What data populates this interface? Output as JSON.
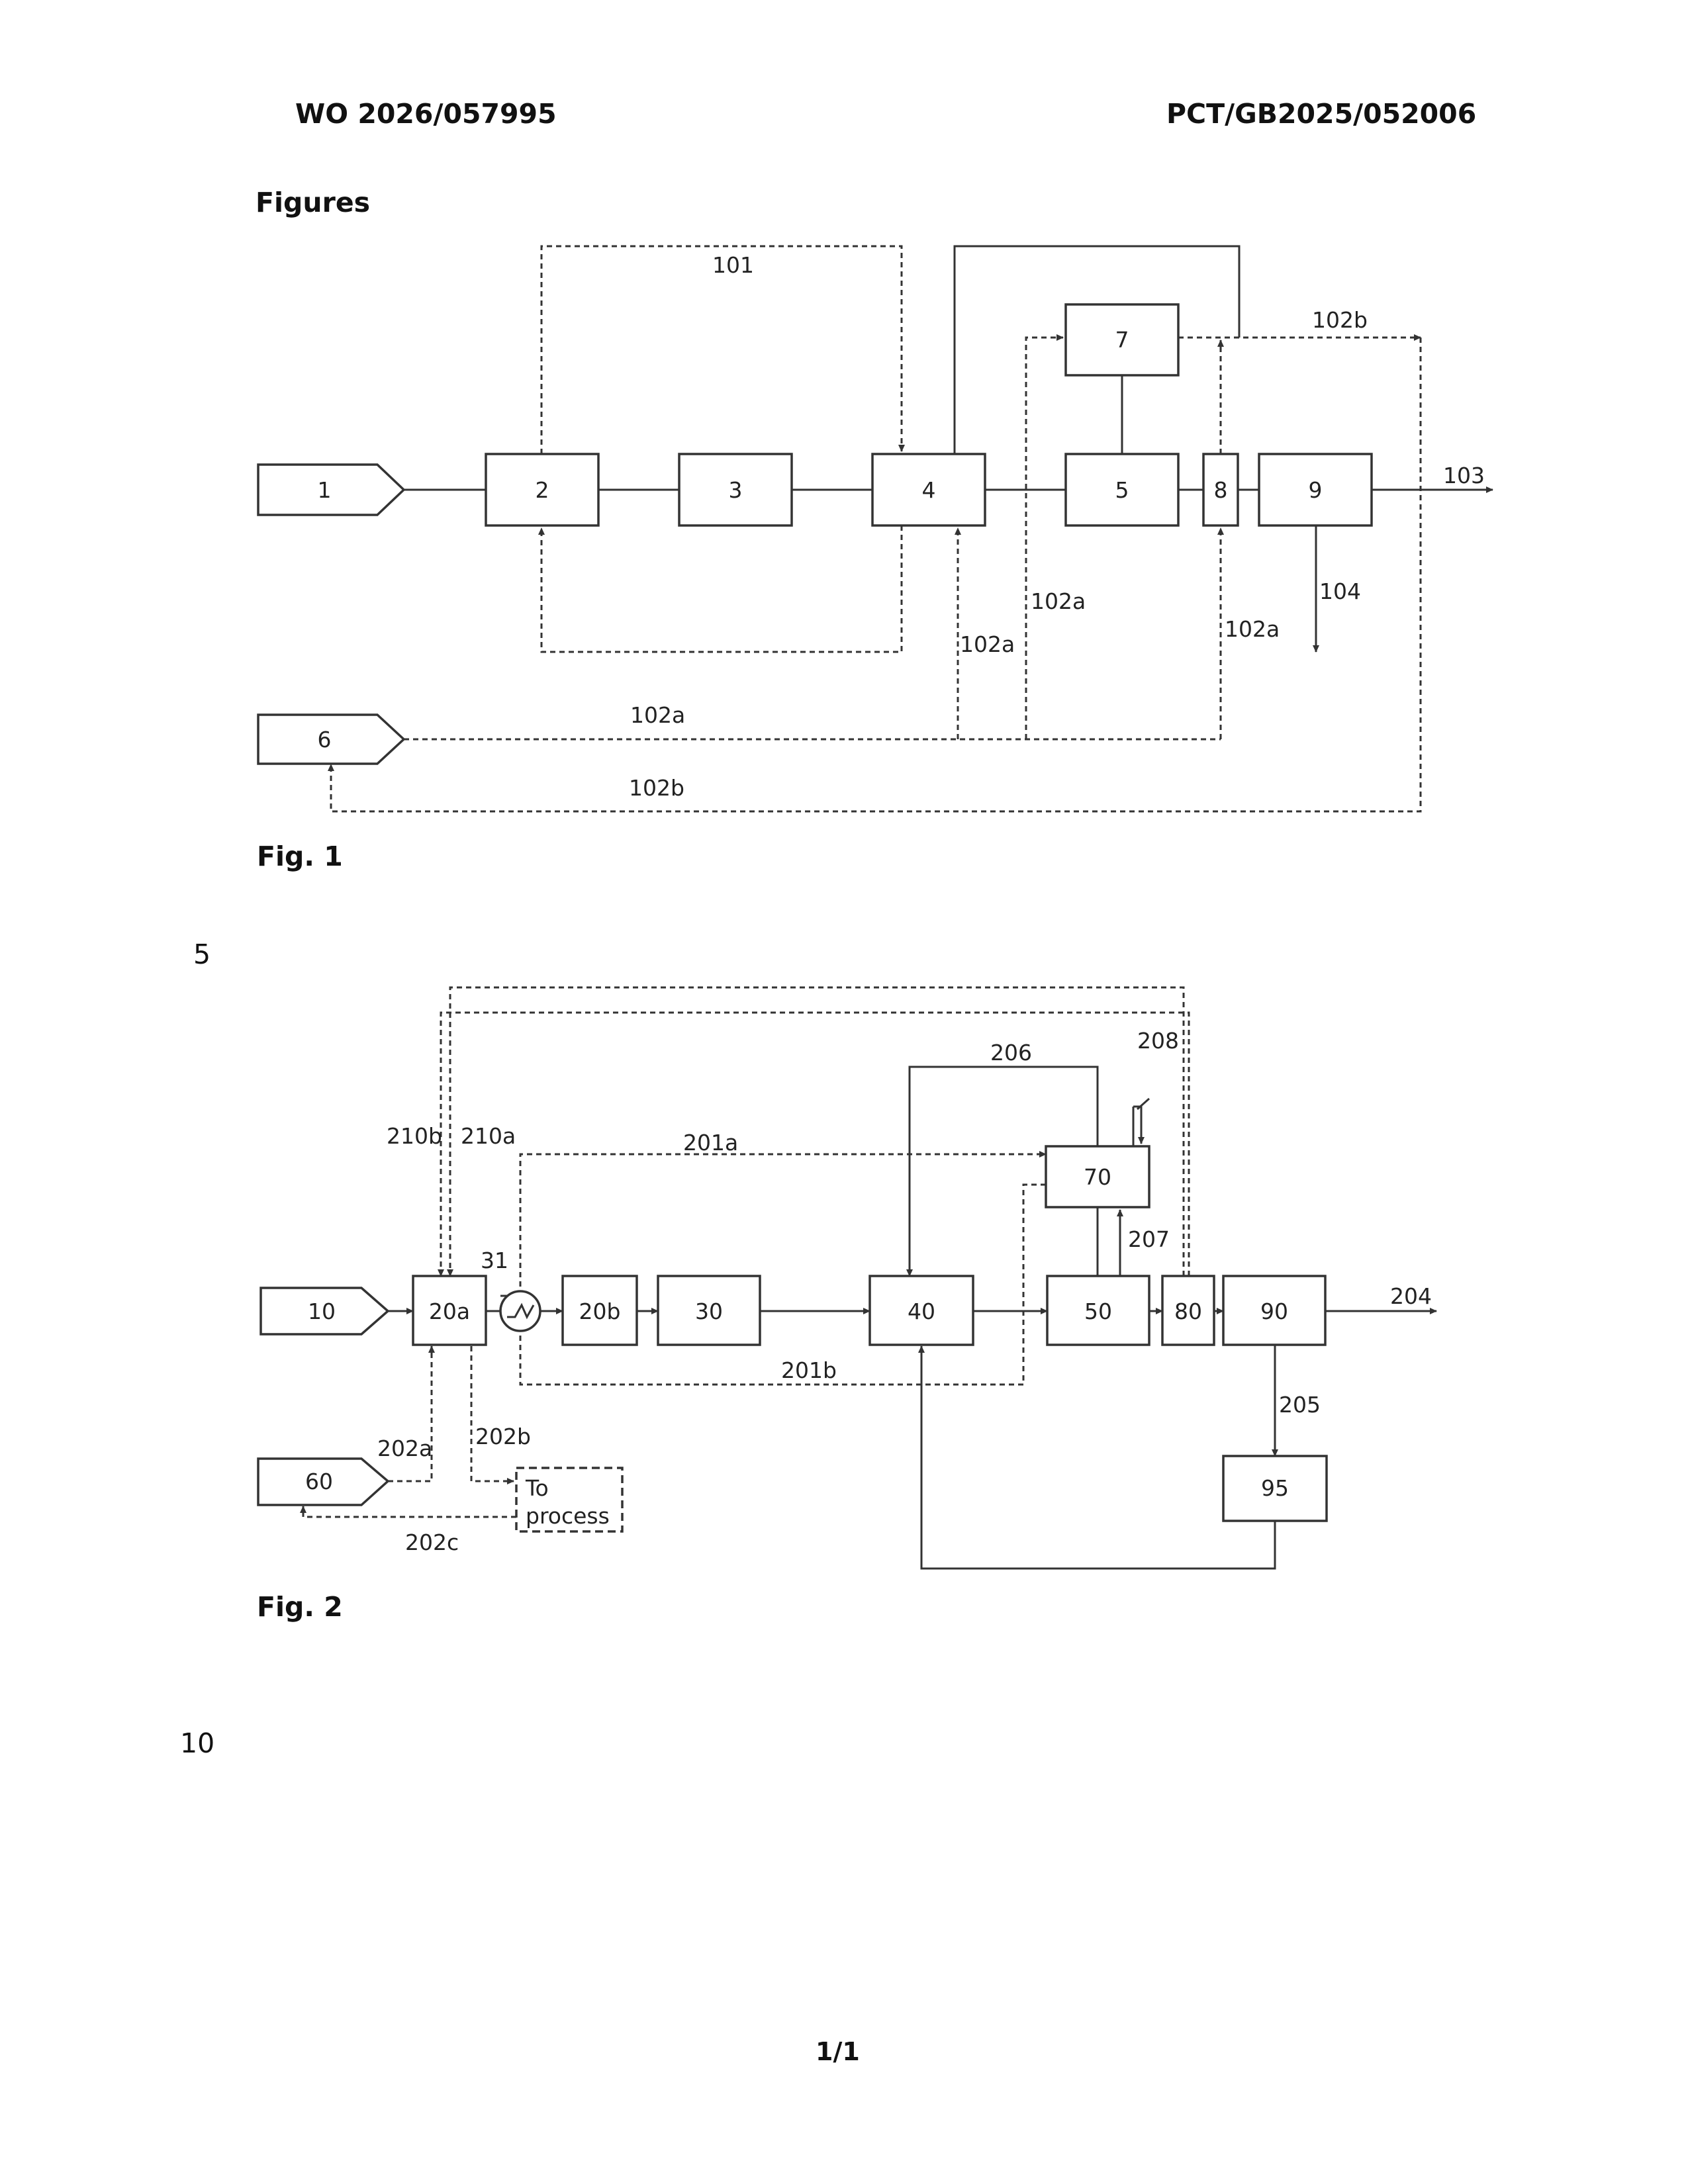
{
  "header": {
    "pub_number": "WO 2026/057995",
    "app_number": "PCT/GB2025/052006"
  },
  "figures_heading": "Figures",
  "fig1": {
    "caption": "Fig. 1",
    "nodes": {
      "n1": "1",
      "n2": "2",
      "n3": "3",
      "n4": "4",
      "n5": "5",
      "n6": "6",
      "n7": "7",
      "n8": "8",
      "n9": "9"
    },
    "streams": {
      "s101": "101",
      "s102b_top": "102b",
      "s103": "103",
      "s104": "104",
      "s102a_mid": "102a",
      "s102a_left": "102a",
      "s102a_right": "102a",
      "s102a_bottom": "102a",
      "s102b_bottom": "102b"
    }
  },
  "fig2": {
    "caption": "Fig. 2",
    "nodes": {
      "n10": "10",
      "n20a": "20a",
      "n20b": "20b",
      "n30": "30",
      "n40": "40",
      "n50": "50",
      "n60": "60",
      "n70": "70",
      "n80": "80",
      "n90": "90",
      "n95": "95",
      "to_process_1": "To",
      "to_process_2": "process"
    },
    "streams": {
      "s31": "31",
      "s201a": "201a",
      "s201b": "201b",
      "s202a": "202a",
      "s202b": "202b",
      "s202c": "202c",
      "s204": "204",
      "s205": "205",
      "s206": "206",
      "s207": "207",
      "s208": "208",
      "s210a": "210a",
      "s210b": "210b"
    }
  },
  "line_numbers": {
    "l5": "5",
    "l10": "10"
  },
  "page_number": "1/1"
}
